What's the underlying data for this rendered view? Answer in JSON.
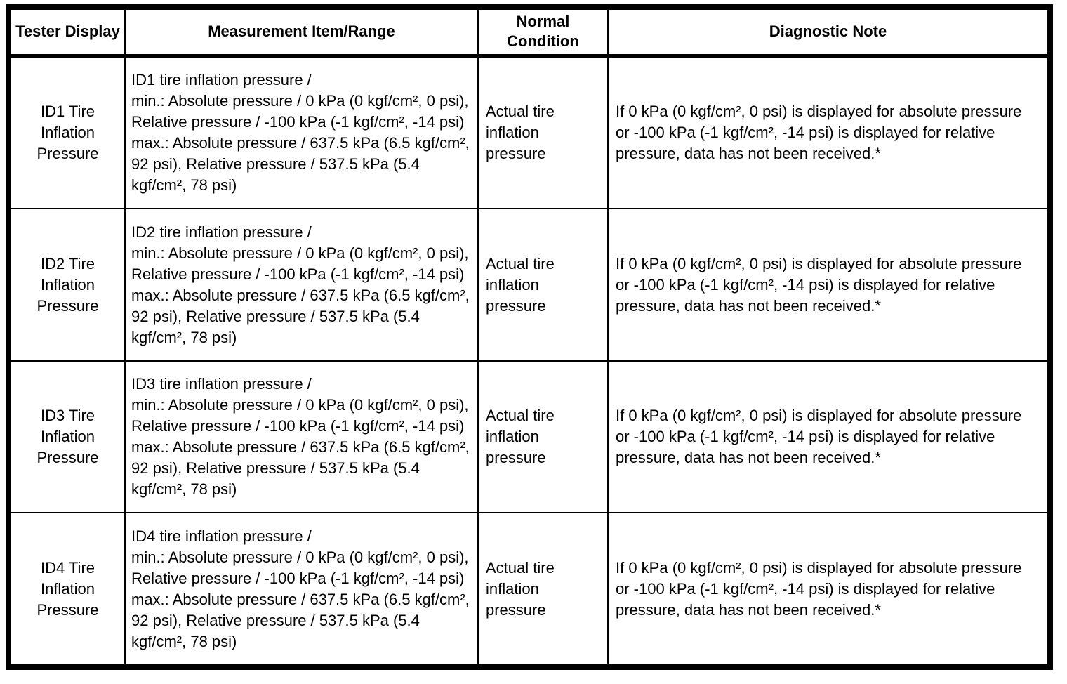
{
  "table": {
    "headers": {
      "tester_display": "Tester Display",
      "measurement_item_range": "Measurement Item/Range",
      "normal_condition": "Normal Condition",
      "diagnostic_note": "Diagnostic Note"
    },
    "rows": [
      {
        "tester_display": "ID1 Tire Inflation Pressure",
        "measurement_item_range": "ID1 tire inflation pressure /\nmin.: Absolute pressure / 0 kPa (0 kgf/cm², 0 psi), Relative pressure / -100 kPa (-1 kgf/cm², -14 psi)\nmax.: Absolute pressure / 637.5 kPa (6.5 kgf/cm², 92 psi), Relative pressure / 537.5 kPa (5.4 kgf/cm², 78 psi)",
        "normal_condition": "Actual tire inflation pressure",
        "diagnostic_note": "If 0 kPa (0 kgf/cm², 0 psi) is displayed for absolute pressure or -100 kPa (-1 kgf/cm², -14 psi) is displayed for relative pressure, data has not been received.*"
      },
      {
        "tester_display": "ID2 Tire Inflation Pressure",
        "measurement_item_range": "ID2 tire inflation pressure /\nmin.: Absolute pressure / 0 kPa (0 kgf/cm², 0 psi), Relative pressure / -100 kPa (-1 kgf/cm², -14 psi)\nmax.: Absolute pressure / 637.5 kPa (6.5 kgf/cm², 92 psi), Relative pressure / 537.5 kPa (5.4 kgf/cm², 78 psi)",
        "normal_condition": "Actual tire inflation pressure",
        "diagnostic_note": "If 0 kPa (0 kgf/cm², 0 psi) is displayed for absolute pressure or -100 kPa (-1 kgf/cm², -14 psi) is displayed for relative pressure, data has not been received.*"
      },
      {
        "tester_display": "ID3 Tire Inflation Pressure",
        "measurement_item_range": "ID3 tire inflation pressure /\nmin.: Absolute pressure / 0 kPa (0 kgf/cm², 0 psi), Relative pressure / -100 kPa (-1 kgf/cm², -14 psi)\nmax.: Absolute pressure / 637.5 kPa (6.5 kgf/cm², 92 psi), Relative pressure / 537.5 kPa (5.4 kgf/cm², 78 psi)",
        "normal_condition": "Actual tire inflation pressure",
        "diagnostic_note": "If 0 kPa (0 kgf/cm², 0 psi) is displayed for absolute pressure or -100 kPa (-1 kgf/cm², -14 psi) is displayed for relative pressure, data has not been received.*"
      },
      {
        "tester_display": "ID4 Tire Inflation Pressure",
        "measurement_item_range": "ID4 tire inflation pressure /\nmin.: Absolute pressure / 0 kPa (0 kgf/cm², 0 psi), Relative pressure / -100 kPa (-1 kgf/cm², -14 psi)\nmax.: Absolute pressure / 637.5 kPa (6.5 kgf/cm², 92 psi), Relative pressure / 537.5 kPa (5.4 kgf/cm², 78 psi)",
        "normal_condition": "Actual tire inflation pressure",
        "diagnostic_note": "If 0 kPa (0 kgf/cm², 0 psi) is displayed for absolute pressure or -100 kPa (-1 kgf/cm², -14 psi) is displayed for relative pressure, data has not been received.*"
      }
    ]
  }
}
